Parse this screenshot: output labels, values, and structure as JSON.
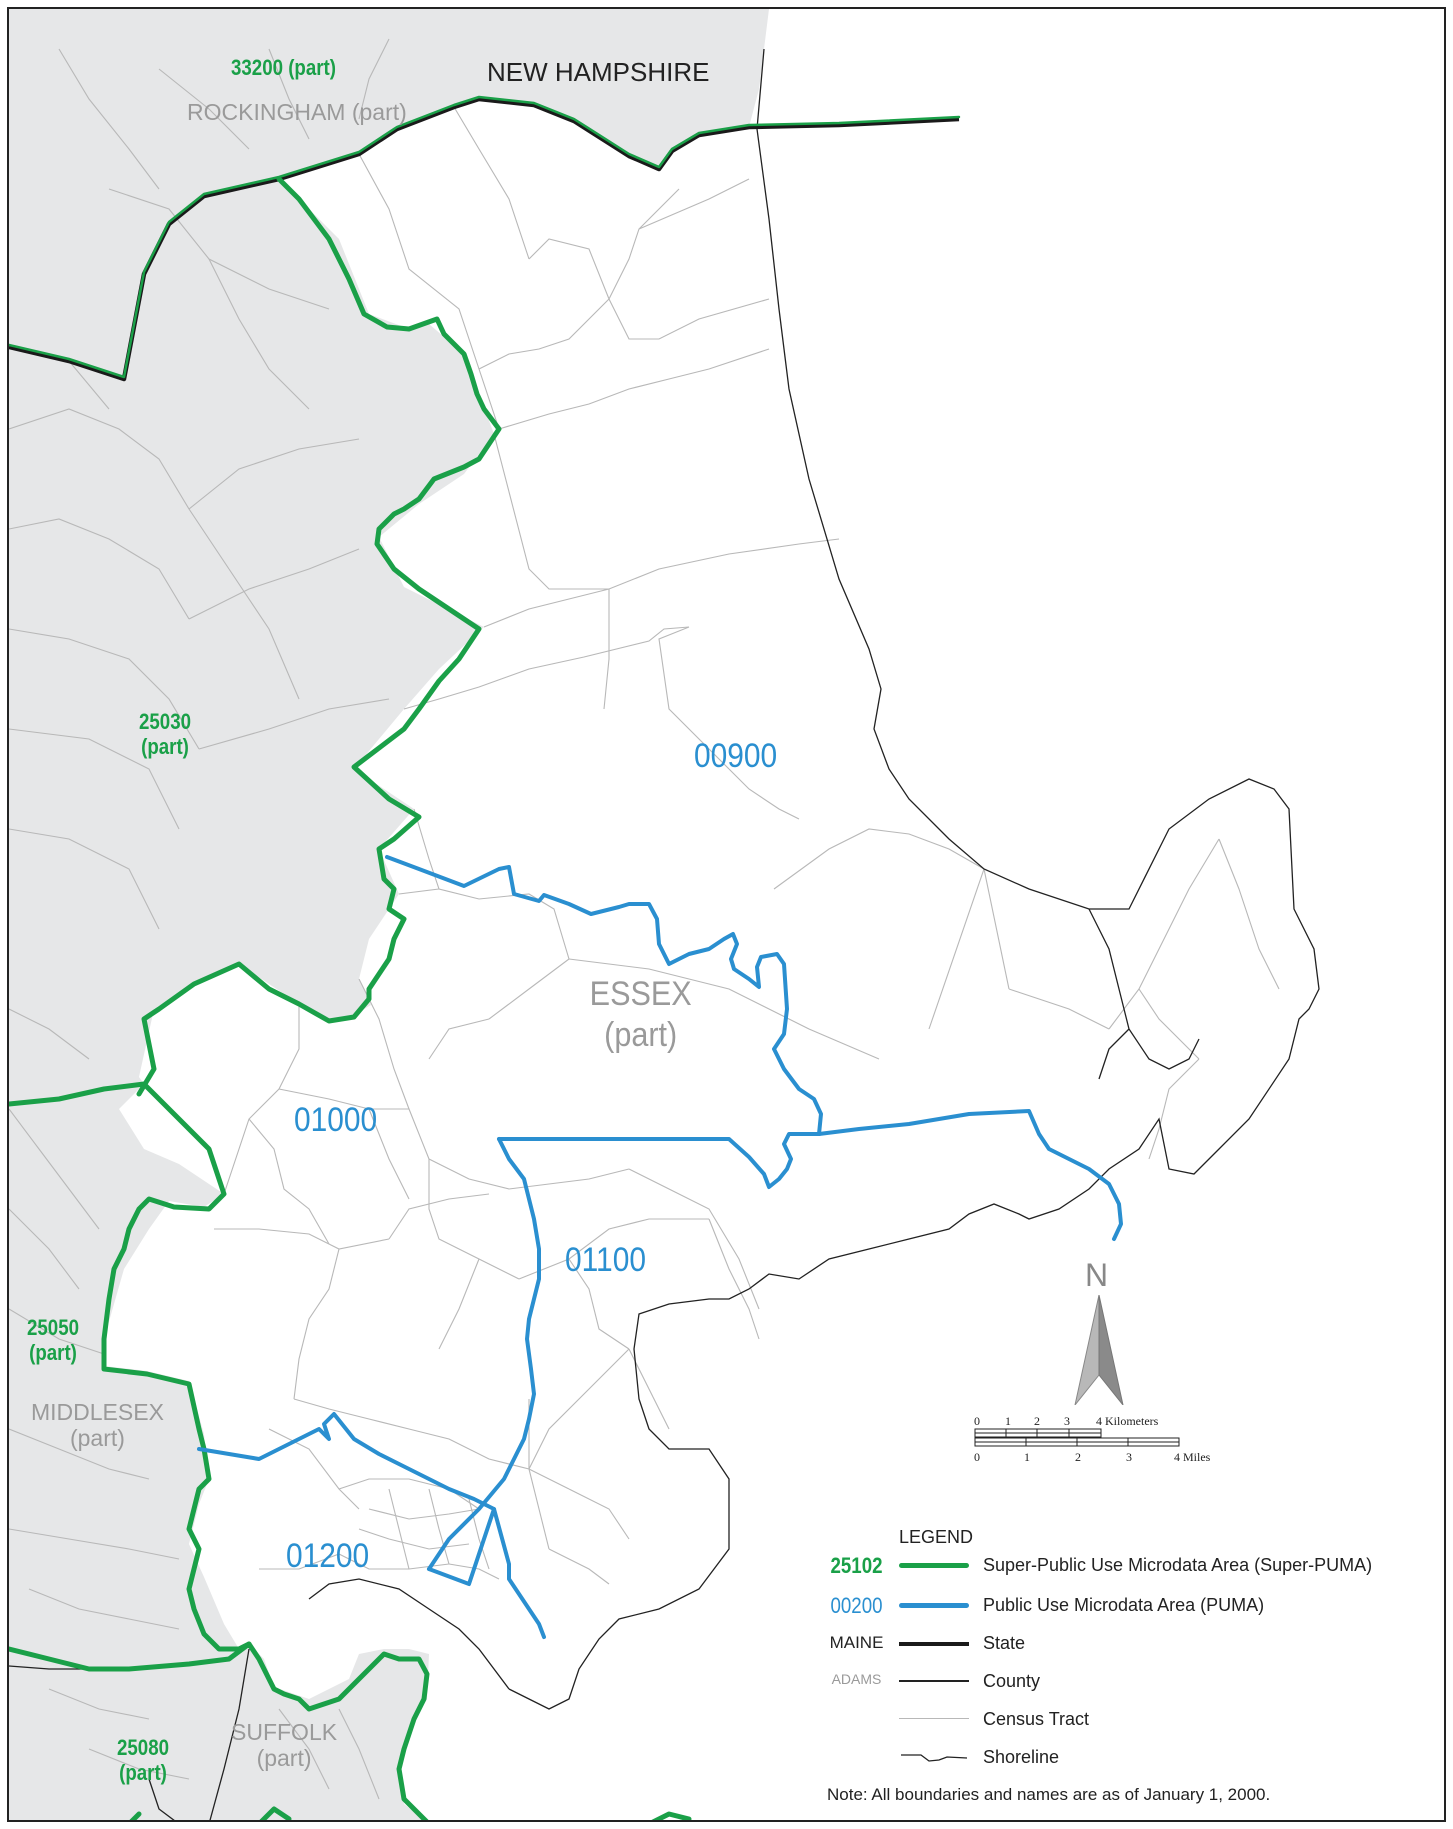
{
  "map": {
    "state_label": "NEW HAMPSHIRE",
    "county_labels": {
      "rockingham": "ROCKINGHAM (part)",
      "essex_line1": "ESSEX",
      "essex_line2": "(part)",
      "middlesex_line1": "MIDDLESEX",
      "middlesex_line2": "(part)",
      "suffolk_line1": "SUFFOLK",
      "suffolk_line2": "(part)"
    },
    "super_puma_labels": {
      "p33200_line1": "33200 (part)",
      "p25030_line1": "25030",
      "p25030_line2": "(part)",
      "p25050_line1": "25050",
      "p25050_line2": "(part)",
      "p25080_line1": "25080",
      "p25080_line2": "(part)"
    },
    "puma_labels": {
      "p00900": "00900",
      "p01000": "01000",
      "p01100": "01100",
      "p01200": "01200"
    },
    "colors": {
      "super_puma": "#1aa048",
      "puma": "#2a8fd0",
      "outside_area": "#e6e7e8",
      "state_line": "#1a1a1a",
      "tract_line": "#b8b8b8"
    }
  },
  "north_arrow": {
    "label": "N",
    "icon": "north-arrow-icon"
  },
  "scale_bar": {
    "km_ticks": [
      "0",
      "1",
      "2",
      "3",
      "4 Kilometers"
    ],
    "mile_ticks": [
      "0",
      "1",
      "2",
      "3",
      "4 Miles"
    ]
  },
  "legend": {
    "title": "LEGEND",
    "items": [
      {
        "sample": "25102",
        "text": "Super-Public Use Microdata Area (Super-PUMA)"
      },
      {
        "sample": "00200",
        "text": "Public Use Microdata Area (PUMA)"
      },
      {
        "sample": "MAINE",
        "text": "State"
      },
      {
        "sample": "ADAMS",
        "text": "County"
      },
      {
        "sample": "",
        "text": "Census Tract"
      },
      {
        "sample": "",
        "text": "Shoreline"
      }
    ],
    "note": "Note:  All boundaries and names are as of January 1, 2000."
  }
}
